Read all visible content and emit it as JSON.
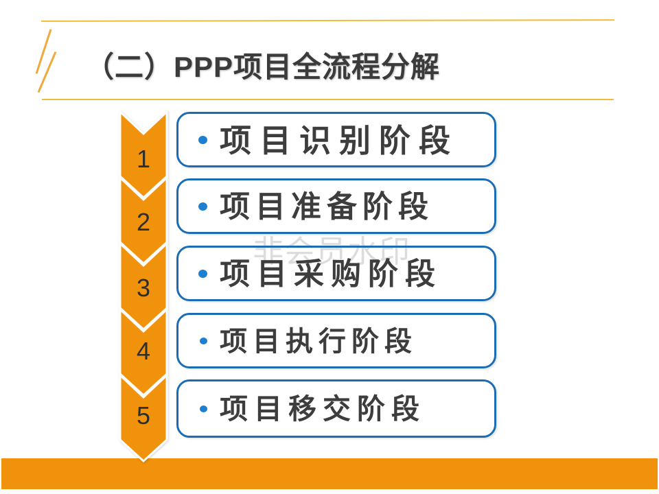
{
  "slide": {
    "title": "（二）PPP项目全流程分解",
    "watermark": "非会员水印",
    "stages": [
      {
        "number": "1",
        "label": "项目识别阶段"
      },
      {
        "number": "2",
        "label": "项目准备阶段"
      },
      {
        "number": "3",
        "label": "项目采购阶段"
      },
      {
        "number": "4",
        "label": "项目执行阶段"
      },
      {
        "number": "5",
        "label": "项目移交阶段"
      }
    ],
    "colors": {
      "accent_orange": "#F0920B",
      "box_border_blue": "#1B6CB4",
      "bullet_blue": "#1E7FD0",
      "gold_line": "#F2BC3B",
      "text_dark": "#3D3D3D",
      "watermark_gray": "#DCDCDC"
    }
  }
}
